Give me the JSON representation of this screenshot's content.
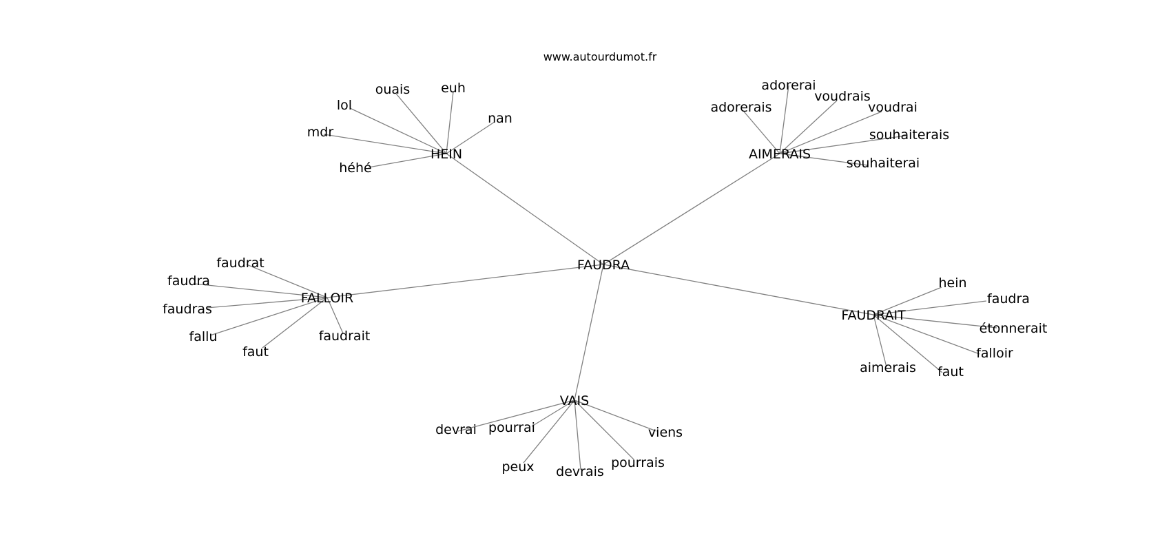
{
  "source": "www.autourdumot.fr",
  "graph": {
    "root": "FAUDRA",
    "branches": [
      {
        "hub": "HEIN",
        "leaves": [
          "ouais",
          "euh",
          "lol",
          "nan",
          "mdr",
          "héhé"
        ]
      },
      {
        "hub": "AIMERAIS",
        "leaves": [
          "adorerai",
          "voudrais",
          "adorerais",
          "voudrai",
          "souhaiterais",
          "souhaiterai"
        ]
      },
      {
        "hub": "FALLOIR",
        "leaves": [
          "faudrat",
          "faudra",
          "faudras",
          "fallu",
          "faut",
          "faudrait"
        ]
      },
      {
        "hub": "FAUDRAIT",
        "leaves": [
          "hein",
          "faudra",
          "étonnerait",
          "falloir",
          "aimerais",
          "faut"
        ]
      },
      {
        "hub": "VAIS",
        "leaves": [
          "devrai",
          "pourrai",
          "viens",
          "peux",
          "devrais",
          "pourrais"
        ]
      }
    ]
  },
  "colors": {
    "edge": "#808080",
    "text": "#000000",
    "background": "#ffffff"
  }
}
